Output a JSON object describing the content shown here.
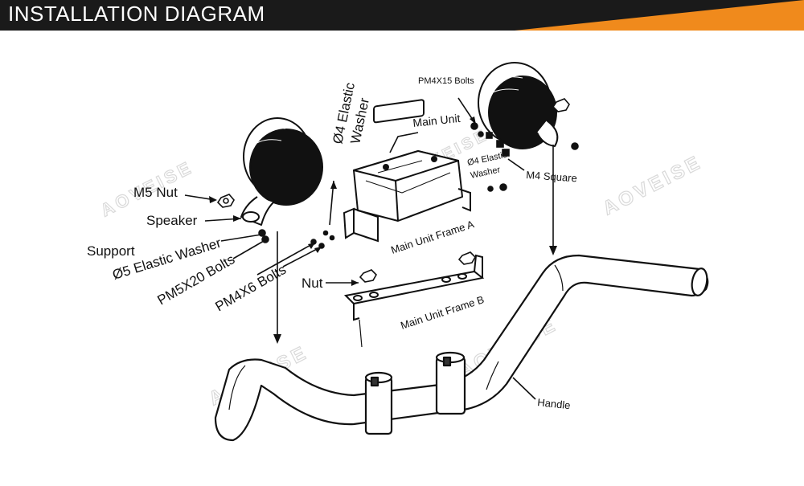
{
  "header": {
    "title": "INSTALLATION DIAGRAM",
    "bar_color": "#1a1a1a",
    "accent_color": "#f08a1c"
  },
  "watermark": "AOVEISE",
  "labels": {
    "m5_nut": "M5 Nut",
    "speaker": "Speaker",
    "support": "Support",
    "phi5_washer": "Ø5 Elastic Washer",
    "pm5x20": "PM5X20 Bolts",
    "pm4x6": "PM4X6 Bolts",
    "phi4_washer_l1": "Ø4 Elastic",
    "phi4_washer_l2": "Washer",
    "main_unit": "Main Unit",
    "pm4x15": "PM4X15 Bolts",
    "phi4_washer_small_l1": "Ø4 Elastic",
    "phi4_washer_small_l2": "Washer",
    "m4_square": "M4 Square",
    "frame_a": "Main Unit Frame A",
    "nut": "Nut",
    "frame_b": "Main Unit Frame B",
    "handle": "Handle"
  }
}
